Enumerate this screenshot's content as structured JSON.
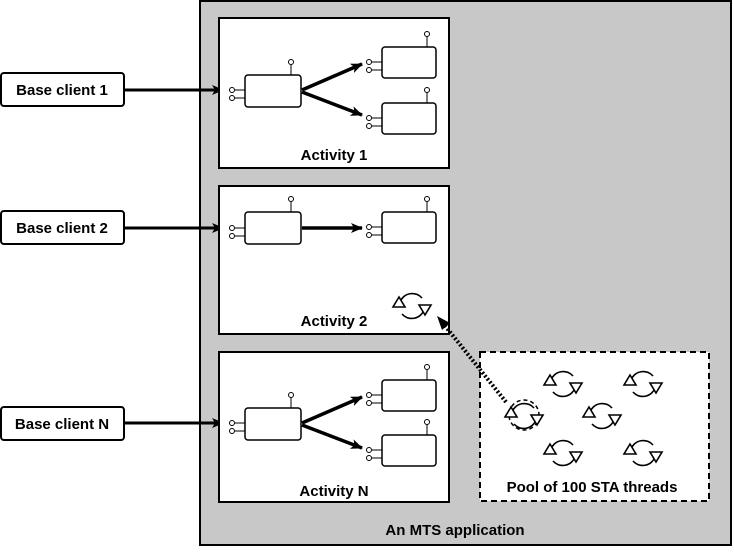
{
  "application": {
    "label": "An MTS application"
  },
  "clients": [
    {
      "label": "Base client 1"
    },
    {
      "label": "Base client 2"
    },
    {
      "label": "Base client N"
    }
  ],
  "activities": [
    {
      "label": "Activity 1",
      "objects": 3
    },
    {
      "label": "Activity 2",
      "objects": 2
    },
    {
      "label": "Activity N",
      "objects": 3
    }
  ],
  "thread_pool": {
    "label": "Pool of 100 STA threads"
  },
  "colors": {
    "app_background": "#c8c8c8",
    "box_fill": "#ffffff",
    "stroke": "#000000"
  },
  "icons": [
    "sta-thread-icon",
    "com-object-icon"
  ]
}
